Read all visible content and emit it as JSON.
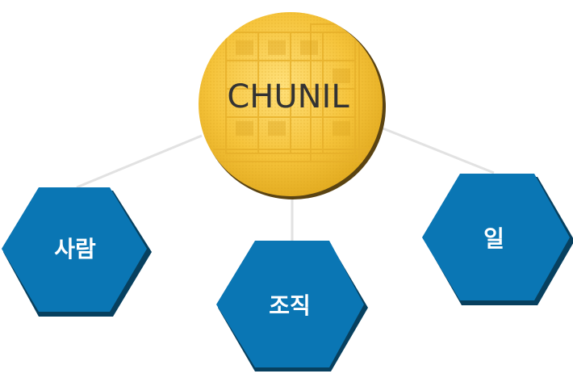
{
  "center": {
    "label": "CHUNIL"
  },
  "nodes": [
    {
      "label": "사람"
    },
    {
      "label": "조직"
    },
    {
      "label": "일"
    }
  ],
  "colors": {
    "hub_gold": "#f5c33a",
    "hub_edge": "#5a4312",
    "hex_blue": "#0a76b4",
    "hex_shadow": "#07405f",
    "connector": "#e2e2e2",
    "hub_text": "#333333"
  }
}
